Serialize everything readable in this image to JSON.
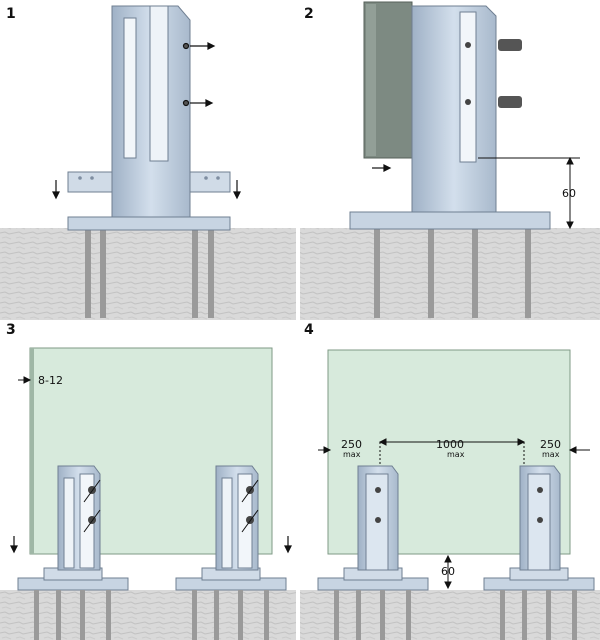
{
  "steps": [
    "1",
    "2",
    "3",
    "4"
  ],
  "dimensions": {
    "panel2_height": "60",
    "panel3_gap": "8-12",
    "panel4_left_num": "250",
    "panel4_left_unit": "max",
    "panel4_mid_num": "1000",
    "panel4_mid_unit": "max",
    "panel4_right_num": "250",
    "panel4_right_unit": "max",
    "panel4_height": "60"
  },
  "colors": {
    "ground": "#d9d9d9",
    "glass": "#d7eadc",
    "metal": "#b9c9dc",
    "metal_dark": "#8fa2b8",
    "bolt": "#555555",
    "glass_side": "#7d8a82"
  }
}
